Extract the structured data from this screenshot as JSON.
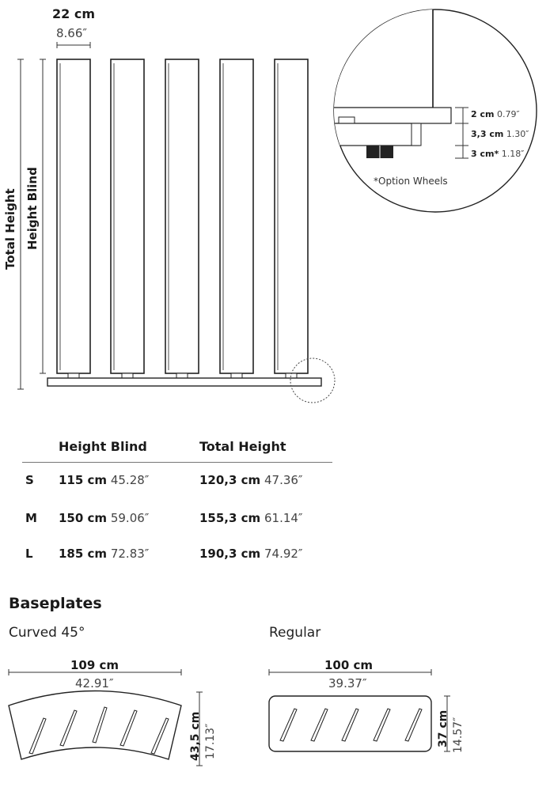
{
  "top": {
    "width_cm": "22 cm",
    "width_in": "8.66″",
    "label_total_height": "Total Height",
    "label_height_blind": "Height Blind"
  },
  "detail": {
    "row1_cm": "2 cm",
    "row1_in": "0.79″",
    "row2_cm": "3,3 cm",
    "row2_in": "1.30″",
    "row3_cm": "3 cm*",
    "row3_in": "1.18″",
    "note": "*Option Wheels"
  },
  "table": {
    "headers": [
      "Height Blind",
      "Total Height"
    ],
    "rows": [
      {
        "size": "S",
        "blind_cm": "115 cm",
        "blind_in": "45.28″",
        "total_cm": "120,3 cm",
        "total_in": "47.36″"
      },
      {
        "size": "M",
        "blind_cm": "150 cm",
        "blind_in": "59.06″",
        "total_cm": "155,3 cm",
        "total_in": "61.14″"
      },
      {
        "size": "L",
        "blind_cm": "185 cm",
        "blind_in": "72.83″",
        "total_cm": "190,3 cm",
        "total_in": "74.92″"
      }
    ]
  },
  "baseplates": {
    "title": "Baseplates",
    "curved": {
      "label": "Curved 45°",
      "width_cm": "109 cm",
      "width_in": "42.91″",
      "depth_cm": "43,5 cm",
      "depth_in": "17.13″"
    },
    "regular": {
      "label": "Regular",
      "width_cm": "100 cm",
      "width_in": "39.37″",
      "depth_cm": "37 cm",
      "depth_in": "14.57″"
    }
  }
}
